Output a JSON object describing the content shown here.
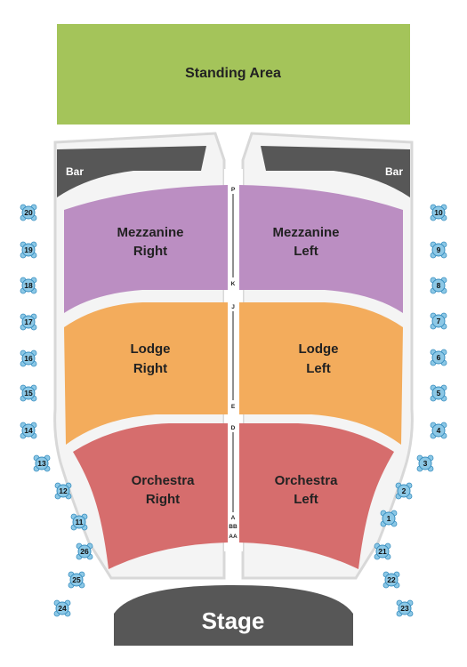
{
  "standing_area": {
    "label": "Standing Area",
    "color": "#a4c45a"
  },
  "bars": [
    {
      "id": "bar-left",
      "label": "Bar"
    },
    {
      "id": "bar-right",
      "label": "Bar"
    }
  ],
  "sections": {
    "mezzanine_right": {
      "line1": "Mezzanine",
      "line2": "Right",
      "color": "#bb8ec2"
    },
    "mezzanine_left": {
      "line1": "Mezzanine",
      "line2": "Left",
      "color": "#bb8ec2"
    },
    "lodge_right": {
      "line1": "Lodge",
      "line2": "Right",
      "color": "#f3ac5c"
    },
    "lodge_left": {
      "line1": "Lodge",
      "line2": "Left",
      "color": "#f3ac5c"
    },
    "orchestra_right": {
      "line1": "Orchestra",
      "line2": "Right",
      "color": "#d66d6d"
    },
    "orchestra_left": {
      "line1": "Orchestra",
      "line2": "Left",
      "color": "#d66d6d"
    }
  },
  "aisle_rows": {
    "mezzanine": {
      "top": "P",
      "bottom": "K"
    },
    "lodge": {
      "top": "J",
      "bottom": "E"
    },
    "orchestra": {
      "top": "D",
      "bottom": [
        "A",
        "BB",
        "AA"
      ]
    }
  },
  "stage": {
    "label": "Stage",
    "color": "#575757"
  },
  "tables": [
    "20",
    "19",
    "18",
    "17",
    "16",
    "15",
    "14",
    "13",
    "12",
    "11",
    "26",
    "25",
    "24",
    "10",
    "9",
    "8",
    "7",
    "6",
    "5",
    "4",
    "3",
    "2",
    "1",
    "21",
    "22",
    "23"
  ],
  "colors": {
    "table": "#8cc8e6",
    "table_line": "#3a8fc0",
    "bar": "#575757",
    "outline": "#d8d8d8"
  }
}
